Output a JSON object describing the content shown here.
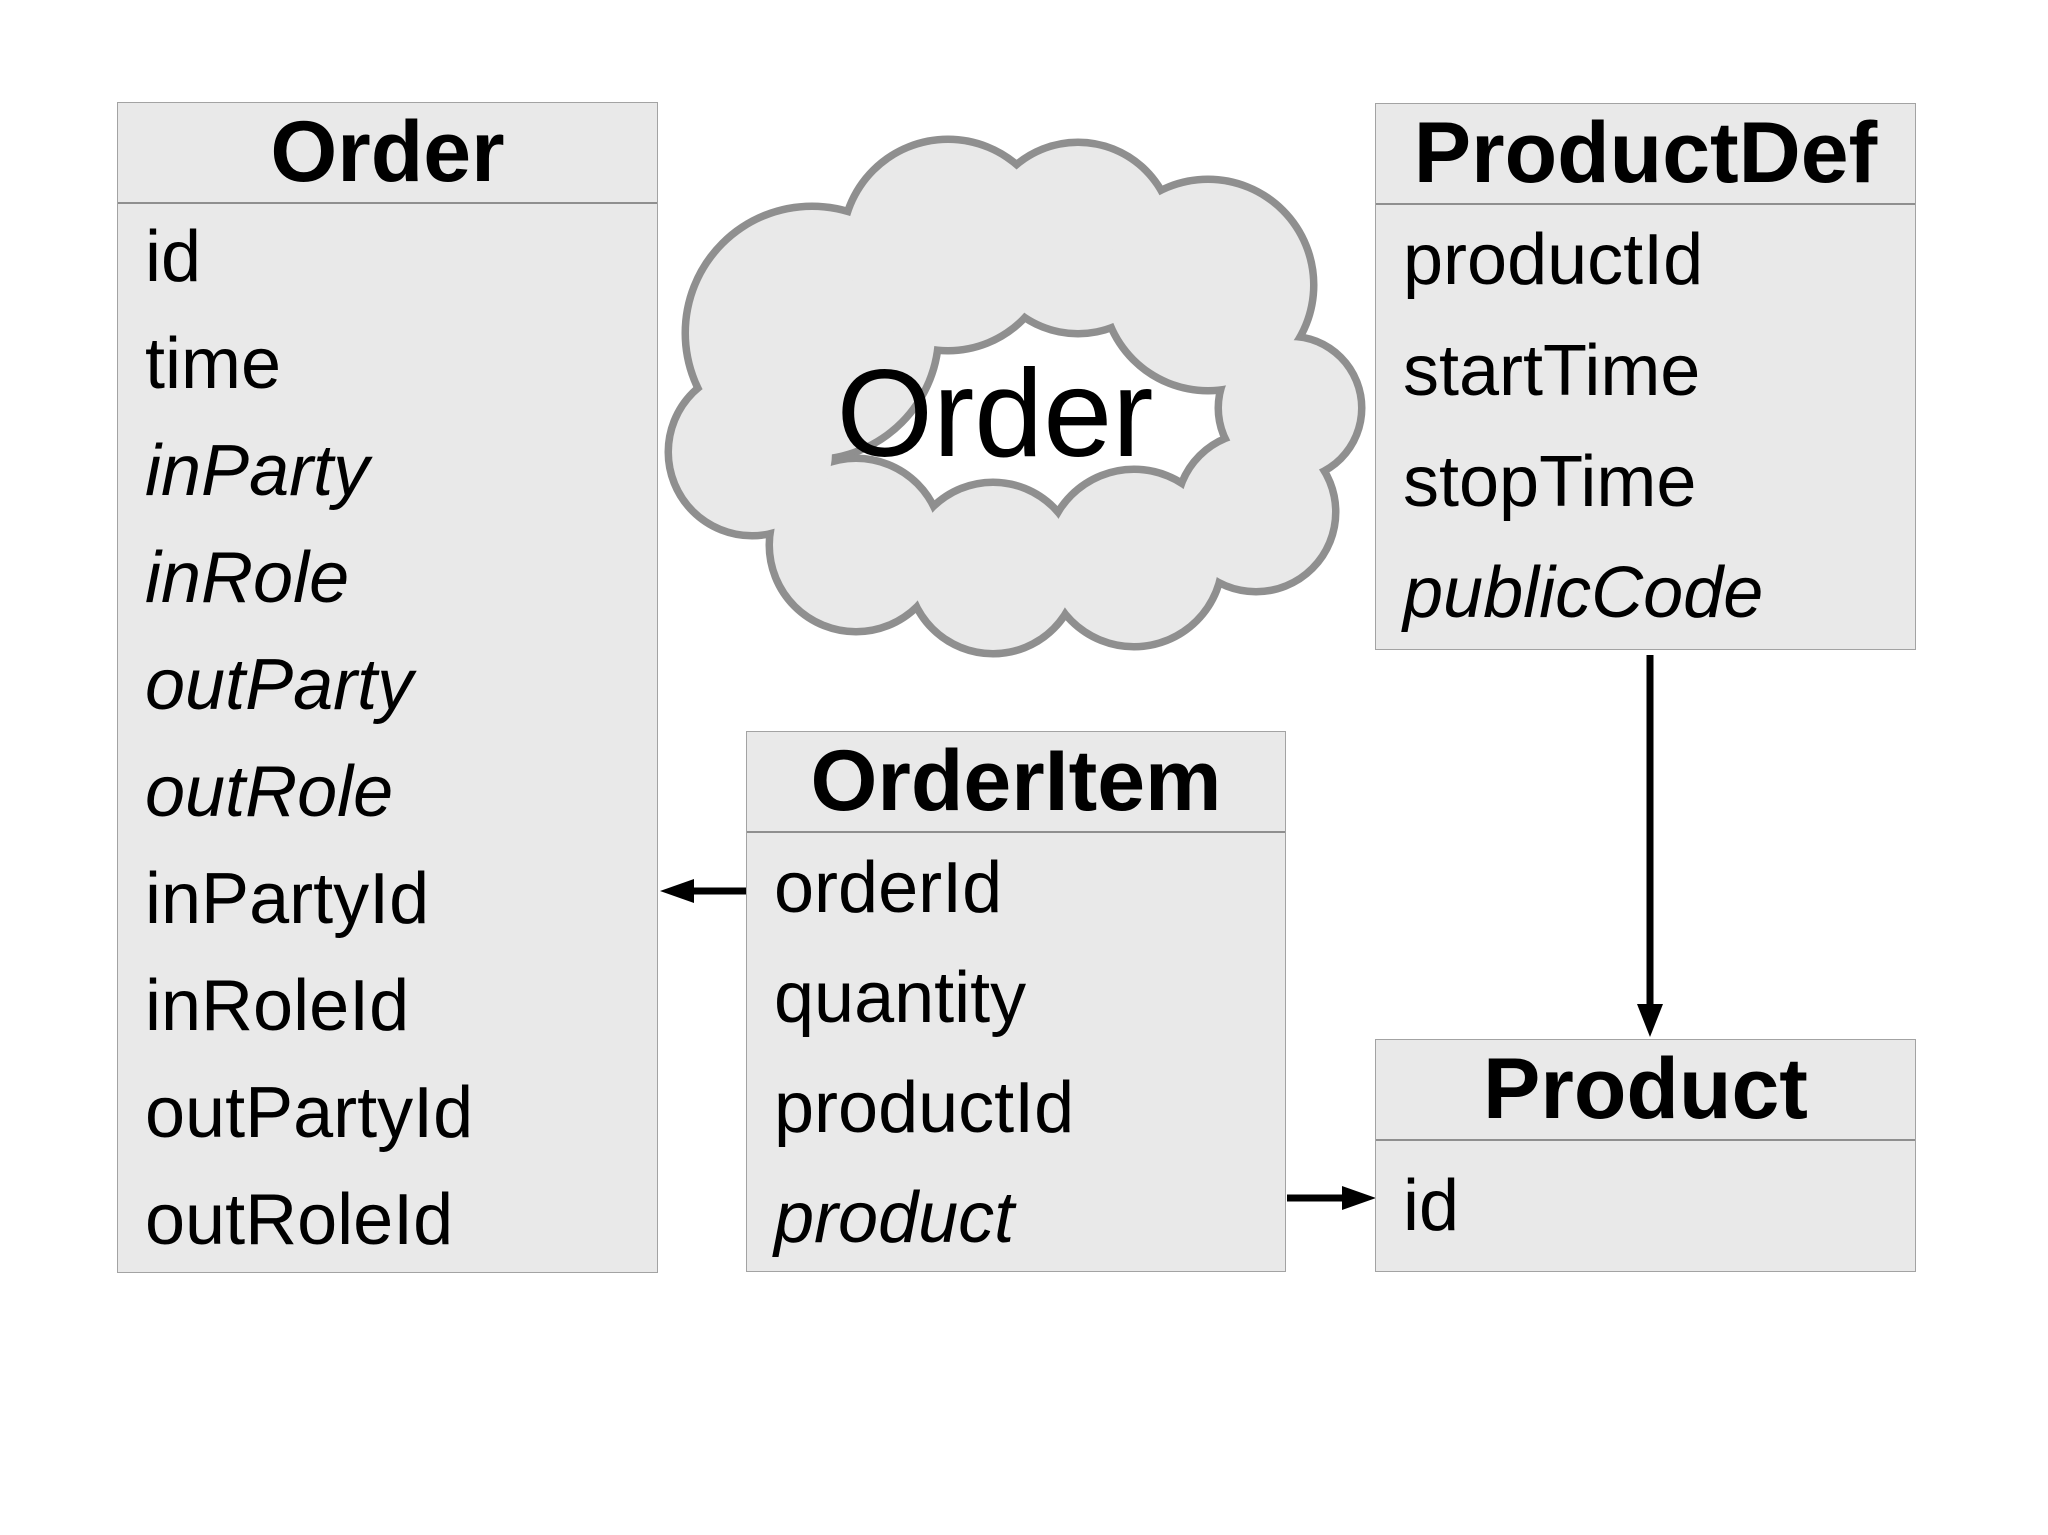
{
  "cloud": {
    "label": "Order"
  },
  "tables": {
    "order": {
      "title": "Order",
      "fields": [
        {
          "name": "id",
          "italic": false
        },
        {
          "name": "time",
          "italic": false
        },
        {
          "name": "inParty",
          "italic": true
        },
        {
          "name": "inRole",
          "italic": true
        },
        {
          "name": "outParty",
          "italic": true
        },
        {
          "name": "outRole",
          "italic": true
        },
        {
          "name": "inPartyId",
          "italic": false
        },
        {
          "name": "inRoleId",
          "italic": false
        },
        {
          "name": "outPartyId",
          "italic": false
        },
        {
          "name": "outRoleId",
          "italic": false
        }
      ]
    },
    "productDef": {
      "title": "ProductDef",
      "fields": [
        {
          "name": "productId",
          "italic": false
        },
        {
          "name": "startTime",
          "italic": false
        },
        {
          "name": "stopTime",
          "italic": false
        },
        {
          "name": "publicCode",
          "italic": true
        }
      ]
    },
    "orderItem": {
      "title": "OrderItem",
      "fields": [
        {
          "name": "orderId",
          "italic": false
        },
        {
          "name": "quantity",
          "italic": false
        },
        {
          "name": "productId",
          "italic": false
        },
        {
          "name": "product",
          "italic": true
        }
      ]
    },
    "product": {
      "title": "Product",
      "fields": [
        {
          "name": "id",
          "italic": false
        }
      ]
    }
  },
  "arrows": [
    {
      "name": "orderitem-to-order",
      "direction": "left"
    },
    {
      "name": "productdef-to-product",
      "direction": "down"
    },
    {
      "name": "orderitem-to-product",
      "direction": "right"
    }
  ],
  "colors": {
    "table_fill": "#e9e9e9",
    "table_border": "#a3a3a3",
    "header_divider": "#8f8f8f",
    "cloud_stroke": "#8f8f8f",
    "cloud_fill": "#e9e9e9",
    "arrow": "#000000",
    "text": "#000000"
  }
}
